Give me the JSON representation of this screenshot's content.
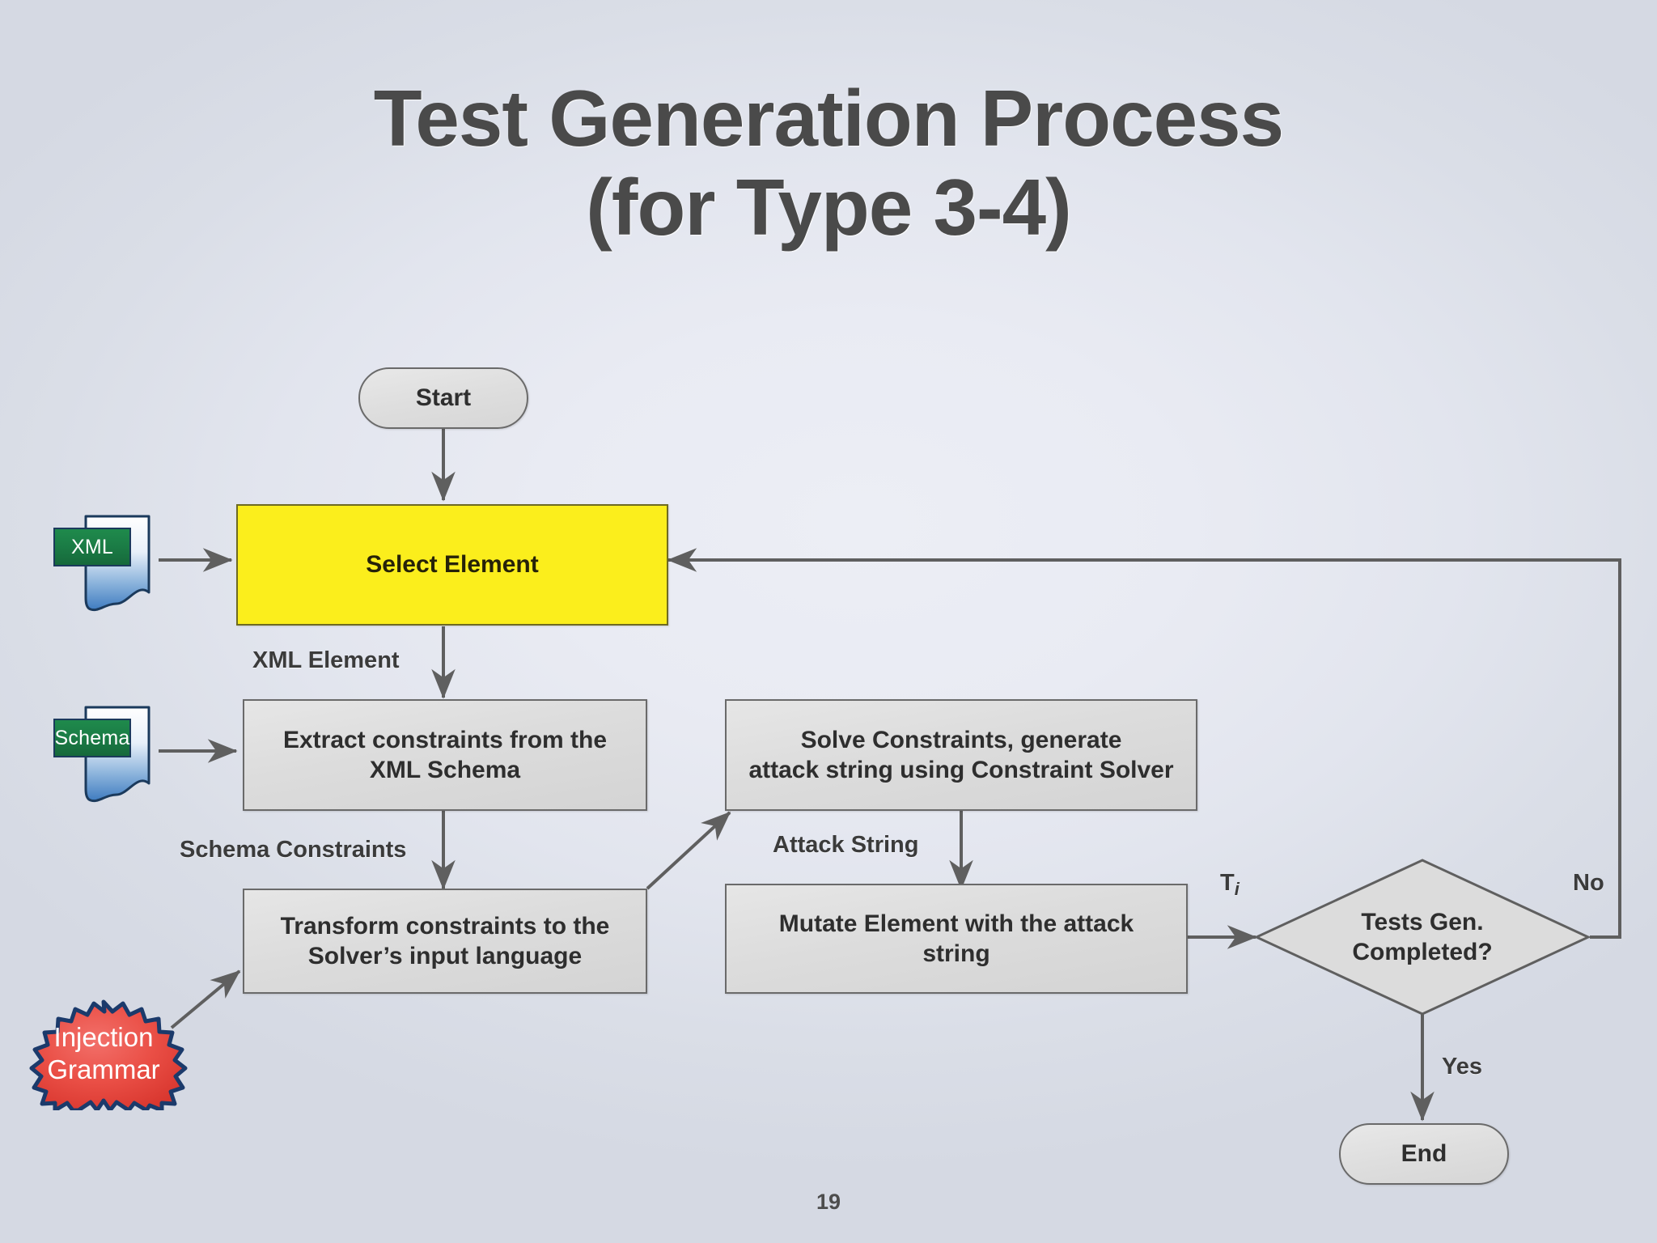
{
  "slide": {
    "title_line1": "Test Generation Process",
    "title_line2": "(for Type 3-4)",
    "page_number": "19",
    "colors": {
      "highlight_fill": "#fbee1c",
      "node_fill": "#dcdcdc",
      "node_stroke": "#6a6a6a",
      "doc_tag_fill": "#1b7d46",
      "doc_body_top": "#ffffff",
      "doc_body_bottom": "#4a86c8",
      "burst_fill": "#e8453c",
      "burst_stroke": "#1b3a6b",
      "title_color": "#4a4a4a",
      "connector": "#5f5f5f"
    }
  },
  "nodes": {
    "start": {
      "label": "Start",
      "shape": "terminator"
    },
    "select_element": {
      "label": "Select Element",
      "shape": "process",
      "highlighted": true
    },
    "extract": {
      "label": "Extract constraints from the\nXML Schema",
      "shape": "process",
      "highlighted": false
    },
    "transform": {
      "label": "Transform constraints to the\nSolver’s input language",
      "shape": "process",
      "highlighted": false
    },
    "solve": {
      "label": "Solve Constraints, generate\nattack string using Constraint Solver",
      "shape": "process",
      "highlighted": false
    },
    "mutate": {
      "label": "Mutate Element with the attack\nstring",
      "shape": "process",
      "highlighted": false
    },
    "decision": {
      "label": "Tests Gen.\nCompleted?",
      "shape": "decision"
    },
    "end": {
      "label": "End",
      "shape": "terminator"
    }
  },
  "artifacts": {
    "xml_doc": {
      "label": "XML",
      "icon": "document-icon"
    },
    "schema_doc": {
      "label": "Schema",
      "icon": "document-icon"
    },
    "injection_grammar": {
      "label": "Injection\nGrammar",
      "icon": "starburst-icon"
    }
  },
  "edge_labels": {
    "xml_element": "XML Element",
    "schema_constraints": "Schema Constraints",
    "attack_string": "Attack String",
    "test_case": "T",
    "test_case_sub": "i",
    "no": "No",
    "yes": "Yes"
  }
}
